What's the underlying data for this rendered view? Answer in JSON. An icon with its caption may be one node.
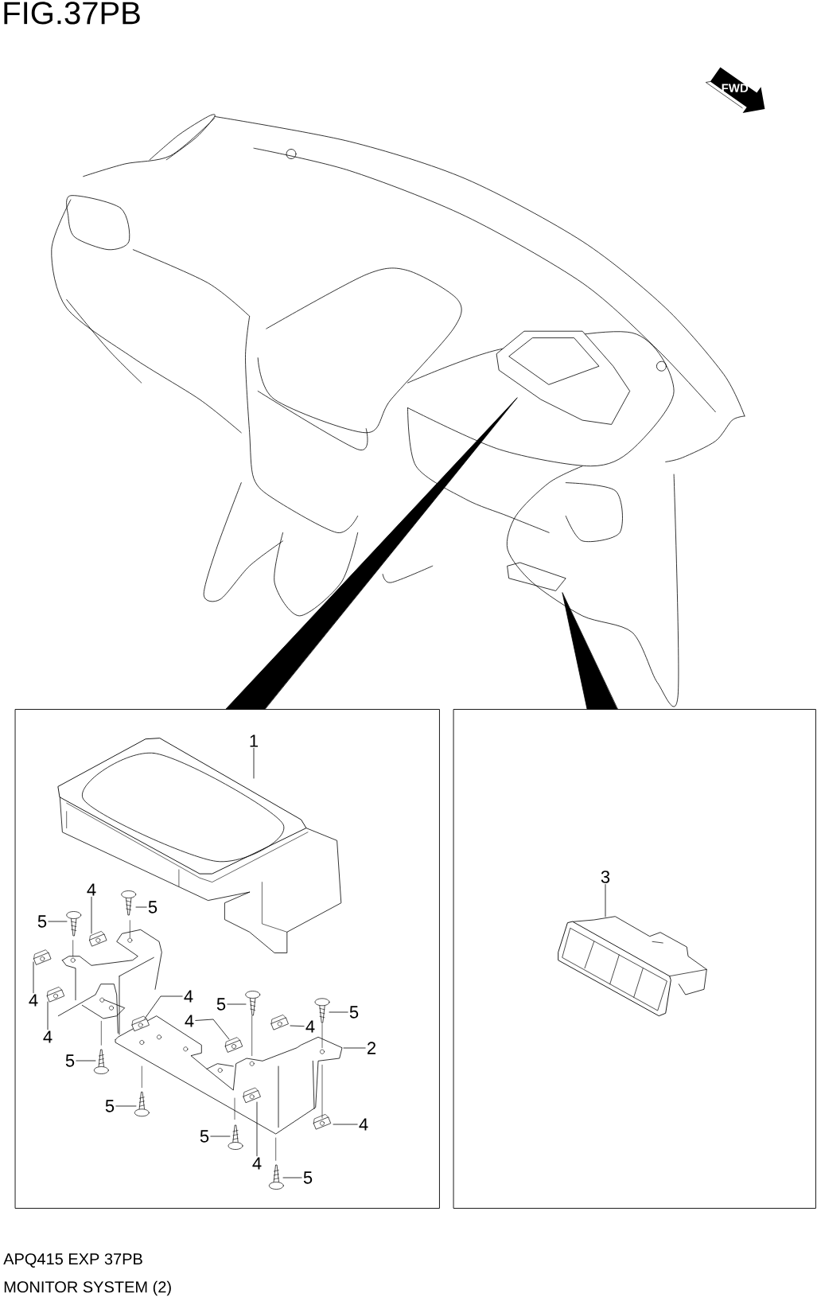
{
  "diagram": {
    "title": "FIG.37PB",
    "nodes": [
      {
        "text": [],
        "shape": "picture"
      },
      {
        "text": [],
        "shape": "box"
      },
      {
        "text": [],
        "shape": "picture",
        "in": 1
      },
      {
        "text": [],
        "shape": "picture",
        "in": 1
      },
      {
        "text": [],
        "shape": "picture",
        "in": 1
      },
      {
        "text": [],
        "shape": "picture",
        "in": 1
      },
      {
        "text": [],
        "shape": "picture",
        "in": 3
      },
      {
        "text": [],
        "shape": "picture",
        "in": 3
      },
      {
        "text": [],
        "shape": "picture",
        "in": 3
      },
      {
        "text": [],
        "shape": "picture",
        "in": 3
      },
      {
        "text": [],
        "shape": "picture",
        "in": 3
      },
      {
        "text": [],
        "shape": "picture",
        "in": 1
      },
      {
        "text": [],
        "shape": "picture",
        "in": 3
      },
      {
        "text": [],
        "shape": "picture",
        "in": 1
      },
      {
        "text": [],
        "shape": "picture",
        "in": 1
      },
      {
        "text": [],
        "shape": "picture",
        "in": 3
      },
      {
        "text": [],
        "shape": "picture",
        "in": 3
      },
      {
        "text": [],
        "shape": "picture",
        "in": 3
      },
      {
        "text": [],
        "shape": "picture",
        "in": 3
      },
      {
        "text": [],
        "shape": "picture",
        "in": 3
      },
      {
        "text": [
          "1"
        ],
        "in": 1
      },
      {
        "text": [
          "4"
        ],
        "in": 1
      },
      {
        "text": [
          "5"
        ],
        "in": 1
      },
      {
        "text": [
          "5"
        ],
        "in": 1
      },
      {
        "text": [
          "4"
        ],
        "in": 3
      },
      {
        "text": [
          "4"
        ],
        "in": 1
      },
      {
        "text": [
          "5"
        ],
        "in": 3
      },
      {
        "text": [
          "5"
        ],
        "in": 1
      },
      {
        "text": [
          "4"
        ],
        "in": 3
      },
      {
        "text": [
          "4"
        ],
        "in": 3
      },
      {
        "text": [
          "4"
        ],
        "in": 1
      },
      {
        "text": [
          "2"
        ],
        "in": 1
      },
      {
        "text": [
          "5"
        ],
        "in": 3
      },
      {
        "text": [
          "5"
        ],
        "in": 3
      },
      {
        "text": [
          "4"
        ],
        "in": 1
      },
      {
        "text": [
          "5"
        ],
        "in": 3
      },
      {
        "text": [
          "4"
        ],
        "in": 1
      },
      {
        "text": [
          "5"
        ],
        "in": 1
      },
      {
        "text": [],
        "shape": "box"
      },
      {
        "text": [],
        "shape": "picture",
        "in": 38
      },
      {
        "text": [
          "3"
        ],
        "in": 38
      }
    ],
    "edges": [
      {
        "from": 0,
        "to": 1,
        "arrow": "none",
        "style": "thick"
      },
      {
        "from": 0,
        "to": 38,
        "arrow": "none",
        "style": "thick"
      },
      {
        "from": 20,
        "to": 2,
        "arrow": "none"
      },
      {
        "from": 21,
        "to": 12,
        "arrow": "none"
      },
      {
        "from": 22,
        "to": 5,
        "arrow": "none"
      },
      {
        "from": 23,
        "to": 4,
        "arrow": "none"
      },
      {
        "from": 24,
        "to": 15,
        "arrow": "none"
      },
      {
        "from": 25,
        "to": 13,
        "arrow": "none"
      },
      {
        "from": 26,
        "to": 6,
        "arrow": "none"
      },
      {
        "from": 27,
        "to": 7,
        "arrow": "none"
      },
      {
        "from": 28,
        "to": 16,
        "arrow": "none"
      },
      {
        "from": 29,
        "to": 17,
        "arrow": "none"
      },
      {
        "from": 30,
        "to": 14,
        "arrow": "none"
      },
      {
        "from": 31,
        "to": 3,
        "arrow": "none"
      },
      {
        "from": 32,
        "to": 8,
        "arrow": "none"
      },
      {
        "from": 33,
        "to": 9,
        "arrow": "none"
      },
      {
        "from": 34,
        "to": 19,
        "arrow": "none"
      },
      {
        "from": 35,
        "to": 10,
        "arrow": "none"
      },
      {
        "from": 36,
        "to": 18,
        "arrow": "none"
      },
      {
        "from": 37,
        "to": 11,
        "arrow": "none"
      },
      {
        "from": 40,
        "to": 39,
        "arrow": "none"
      }
    ],
    "labels": [
      "FWD",
      "APQ415 EXP 37PB",
      "MONITOR SYSTEM (2)"
    ]
  }
}
